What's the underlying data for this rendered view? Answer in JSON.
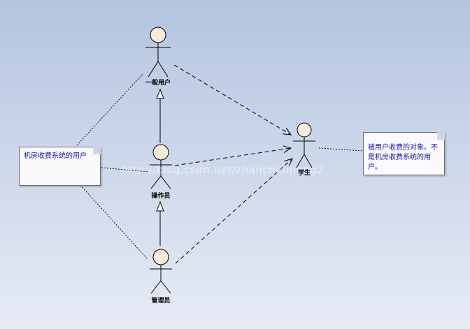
{
  "diagram": {
    "actors": {
      "general_user": "一般用户",
      "operator": "操作员",
      "admin": "管理员",
      "student": "学生"
    },
    "notes": {
      "left": "机房收费系统的用户",
      "right": "被用户收费的对象。不\n是机房收费系统的用\n户。"
    },
    "watermark": "http://blog.csdn.net/zhanchenhong2"
  },
  "colors": {
    "actor_fill": "#f7ecd8",
    "line": "#000000",
    "note_text": "#1515b6"
  }
}
